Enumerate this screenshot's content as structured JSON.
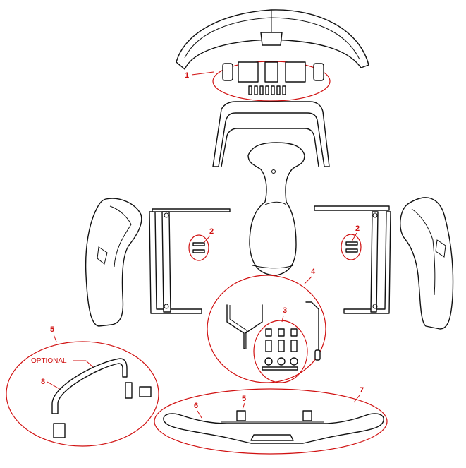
{
  "callouts": {
    "c1": "1",
    "c2_left": "2",
    "c2_right": "2",
    "c3": "3",
    "c4": "4",
    "c5_left": "5",
    "c5_bottom": "5",
    "c6": "6",
    "c7": "7",
    "c8": "8"
  },
  "labels": {
    "optional": "OPTIONAL"
  },
  "colors": {
    "callout": "#d01010",
    "line": "#111111",
    "background": "#ffffff"
  }
}
